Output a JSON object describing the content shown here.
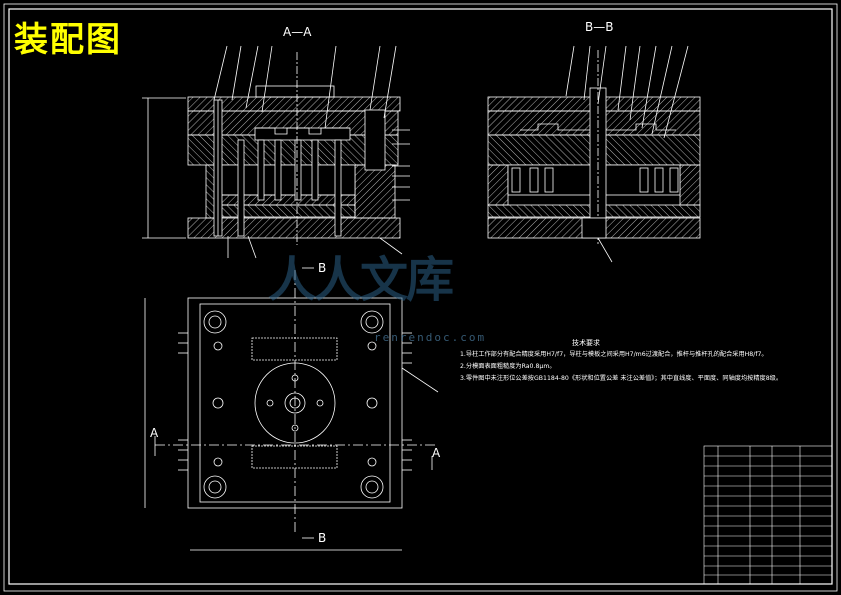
{
  "title": "装配图",
  "section_labels": {
    "aa": "A—A",
    "bb": "B—B",
    "b_top": "B",
    "b_bottom": "B",
    "a_left": "A",
    "a_right": "A"
  },
  "notes": {
    "heading": "技术要求",
    "lines": [
      "1.导柱工作部分有配合精度采用H7/f7，导柱与模板之间采用H7/m6过渡配合，推杆与推杆孔的配合采用H8/f7。",
      "2.分模面表面粗糙度为Ra0.8μm。",
      "3.零件图中未注形位公差按GB1184-80《形状和位置公差 未注公差值》；其中直线度、平面度、同轴度均按精度8级。"
    ]
  },
  "watermark": {
    "text": "人人文库",
    "url": "renrendoc.com"
  },
  "colors": {
    "background": "#000000",
    "lines": "#ffffff",
    "title": "#ffff00",
    "frame": "#ffffff",
    "watermark": "#2a5f86"
  }
}
